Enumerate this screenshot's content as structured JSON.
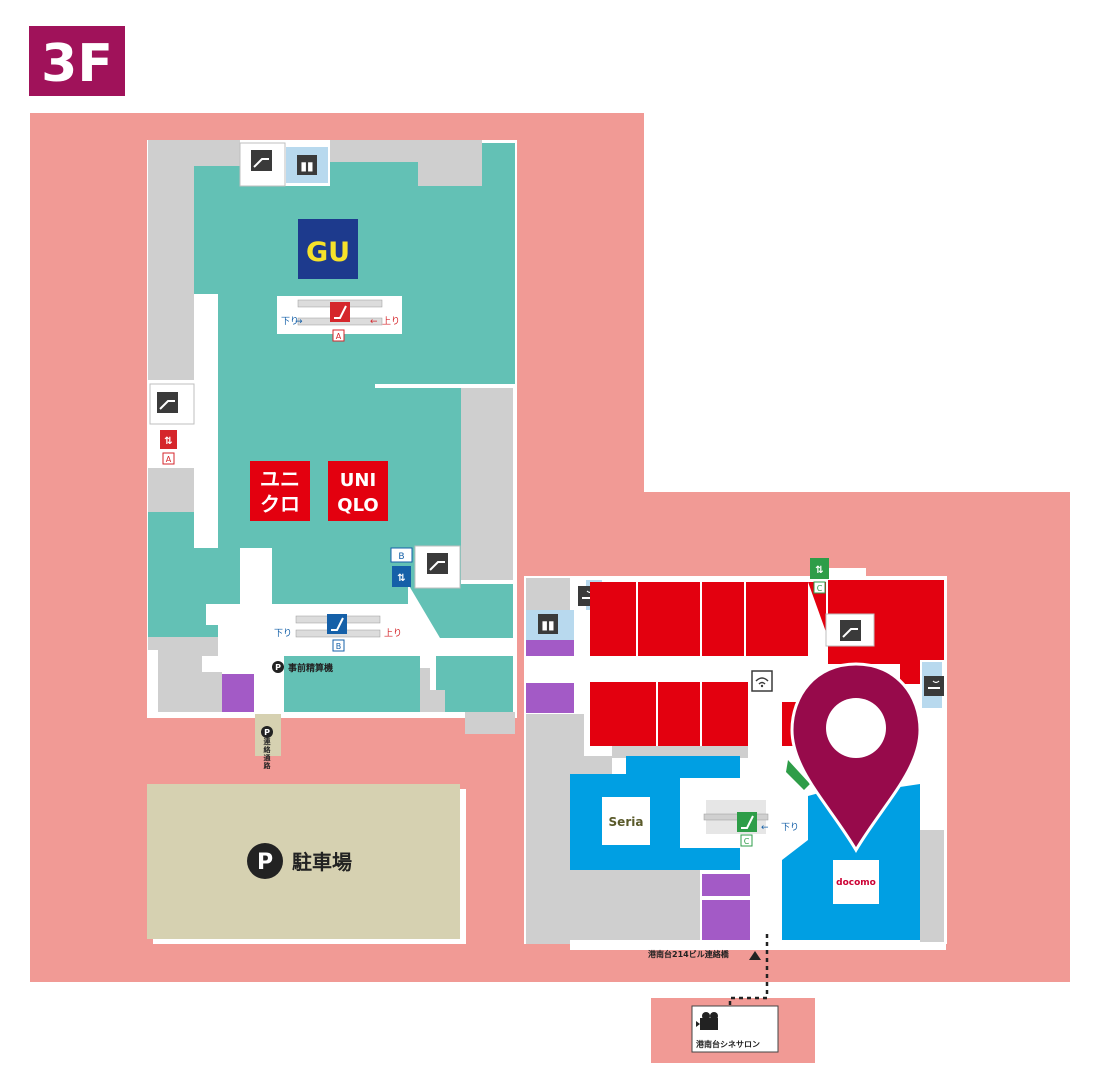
{
  "floor": {
    "label": "3F",
    "badge_color": "#a0125a"
  },
  "colors": {
    "outdoor": "#f19a95",
    "corridor": "#ffffff",
    "wall_gray": "#cfcfcf",
    "fashion_teal": "#63c1b5",
    "shop_red": "#e3000f",
    "shop_blue": "#009fe3",
    "service_purple": "#a35ac6",
    "restroom_blue": "#b8d9ee",
    "parking_khaki": "#d6d1b1",
    "pin_color": "#970a4b",
    "arrow_blue": "#1560a8",
    "arrow_red": "#d5262b",
    "exit_green": "#2e9d48"
  },
  "stores": {
    "gu": {
      "name": "GU",
      "color": "#1d3a8d",
      "text_color": "#f6e22a"
    },
    "uniqlo_kana": {
      "line1": "ユニ",
      "line2": "クロ"
    },
    "uniqlo_latin": {
      "line1": "UNI",
      "line2": "QLO"
    },
    "seria": {
      "name": "Seria"
    },
    "docomo": {
      "name": "docomo"
    }
  },
  "escalators": {
    "a": {
      "down": "下り",
      "up": "上り",
      "badge": "A"
    },
    "b": {
      "down": "下り",
      "up": "上り",
      "badge": "B"
    },
    "c": {
      "down": "下り",
      "badge": "C"
    }
  },
  "elevator_badges": {
    "a": "A",
    "b": "B",
    "c": "C"
  },
  "labels": {
    "prepay": "事前精算機",
    "passage": "連絡通路",
    "parking": "駐車場",
    "bridge": "港南台214ビル連絡橋",
    "cinema": "港南台シネサロン",
    "wifi": "Wi-Fi"
  },
  "icons": [
    "stairs-icon",
    "restroom-icon",
    "escalator-icon",
    "elevator-icon",
    "parking-icon",
    "smoking-icon",
    "wifi-icon",
    "cinema-icon",
    "location-pin-icon"
  ]
}
